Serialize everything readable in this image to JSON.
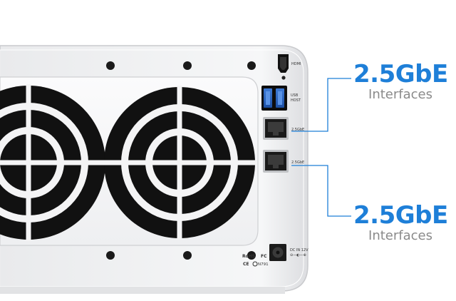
{
  "accent_color": "#1e7fd8",
  "callouts": [
    {
      "speed": "2.5GbE",
      "caption": "Interfaces"
    },
    {
      "speed": "2.5GbE",
      "caption": "Interfaces"
    }
  ],
  "port_labels": {
    "hdmi": "HDMI",
    "usb_host_line1": "USB",
    "usb_host_line2": "HOST",
    "lan1": "2.5GbE",
    "lan2": "2.5GbE",
    "dc_in_line1": "DC IN 12V",
    "dc_in_line2": "⊖—◐—⊕"
  },
  "certifications": {
    "rohs": "RoHS",
    "fc": "FC",
    "ce": "CE",
    "rcm": "N791"
  },
  "icons": [
    "hdmi-port-icon",
    "usb-port-icon",
    "ethernet-port-icon",
    "dc-power-jack-icon",
    "fan-icon"
  ]
}
